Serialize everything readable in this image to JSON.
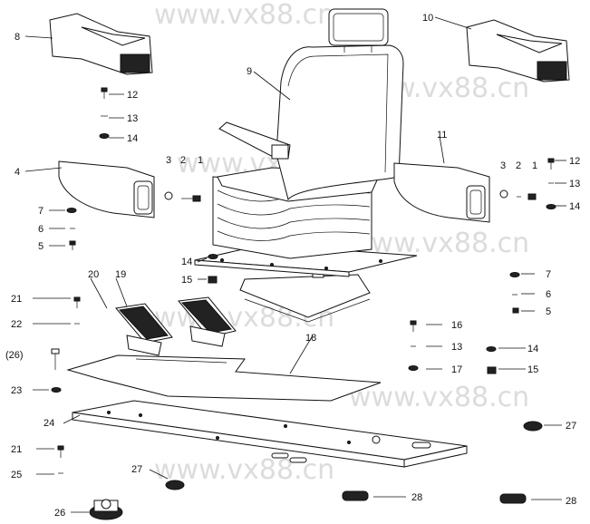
{
  "watermark": "www.vx88.cn",
  "callouts": [
    {
      "id": "c1",
      "text": "1"
    },
    {
      "id": "c2",
      "text": "2"
    },
    {
      "id": "c3",
      "text": "3"
    },
    {
      "id": "c4",
      "text": "4"
    },
    {
      "id": "c5",
      "text": "5"
    },
    {
      "id": "c6",
      "text": "6"
    },
    {
      "id": "c7",
      "text": "7"
    },
    {
      "id": "c8",
      "text": "8"
    },
    {
      "id": "c9",
      "text": "9"
    },
    {
      "id": "c10",
      "text": "10"
    },
    {
      "id": "c11",
      "text": "11"
    },
    {
      "id": "c12",
      "text": "12"
    },
    {
      "id": "c13",
      "text": "13"
    },
    {
      "id": "c14",
      "text": "14"
    },
    {
      "id": "c15",
      "text": "15"
    },
    {
      "id": "c16",
      "text": "16"
    },
    {
      "id": "c17",
      "text": "17"
    },
    {
      "id": "c18",
      "text": "18"
    },
    {
      "id": "c19",
      "text": "19"
    },
    {
      "id": "c20",
      "text": "20"
    },
    {
      "id": "c21",
      "text": "21"
    },
    {
      "id": "c22",
      "text": "22"
    },
    {
      "id": "c23",
      "text": "23"
    },
    {
      "id": "c24",
      "text": "24"
    },
    {
      "id": "c25",
      "text": "25"
    },
    {
      "id": "c26",
      "text": "26"
    },
    {
      "id": "c26p",
      "text": "(26)"
    },
    {
      "id": "c27",
      "text": "27"
    },
    {
      "id": "c28",
      "text": "28"
    }
  ]
}
